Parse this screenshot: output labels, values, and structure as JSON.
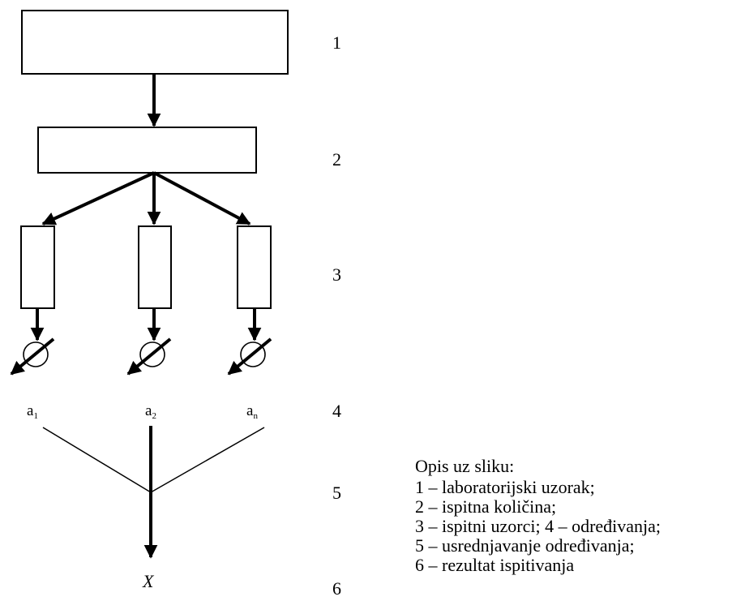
{
  "stage_numbers": [
    "1",
    "2",
    "3",
    "4",
    "5",
    "6"
  ],
  "determinations": [
    {
      "base": "a",
      "sub": "1"
    },
    {
      "base": "a",
      "sub": "2"
    },
    {
      "base": "a",
      "sub": "n"
    }
  ],
  "result_symbol": "X",
  "legend": {
    "title": "Opis uz sliku:",
    "items": [
      "1 – laboratorijski uzorak;",
      "2 – ispitna količina;",
      "3 – ispitni uzorci;  4 – određivanja;",
      "5 – usrednjavanje određivanja;",
      "6 – rezultat ispitivanja"
    ]
  }
}
